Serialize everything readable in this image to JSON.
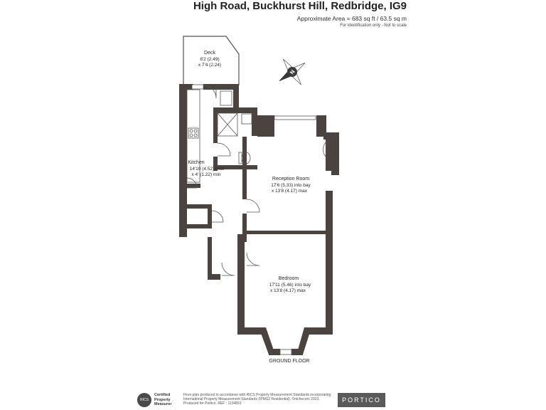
{
  "header": {
    "title": "High Road, Buckhurst Hill, Redbridge, IG9",
    "area": "Approximate Area = 683 sq ft / 63.5 sq m",
    "identification": "For identification only - Not to scale"
  },
  "rooms": {
    "deck": {
      "name": "Deck",
      "dim1": "8'2 (2.49)",
      "dim2": "x 7'4 (2.24)"
    },
    "kitchen": {
      "name": "Kitchen",
      "dim1": "14'10 (4.52) max",
      "dim2": "x 4' (1.22) min"
    },
    "reception": {
      "name": "Reception Room",
      "dim1": "17'6 (5.33) into bay",
      "dim2": "x 13'8 (4.17) max"
    },
    "bedroom": {
      "name": "Bedroom",
      "dim1": "17'11 (5.46) into bay",
      "dim2": "x 13'8 (4.17) max"
    }
  },
  "floor_label": "GROUND FLOOR",
  "compass": {
    "letter": "N"
  },
  "footer": {
    "rics_badge": "RICS",
    "rics_line1": "Certified",
    "rics_line2": "Property",
    "rics_line3": "Measurer",
    "line1": "Floor plan produced in accordance with RICS Property Measurement Standards incorporating",
    "line2": "International Property Measurement Standards (IPMS2 Residential). ©nichecom 2023.",
    "line3": "Produced for Portico.   REF : 1134891",
    "brand": "PORTICO"
  },
  "colors": {
    "wall": "#4a4340",
    "line": "#555555"
  }
}
